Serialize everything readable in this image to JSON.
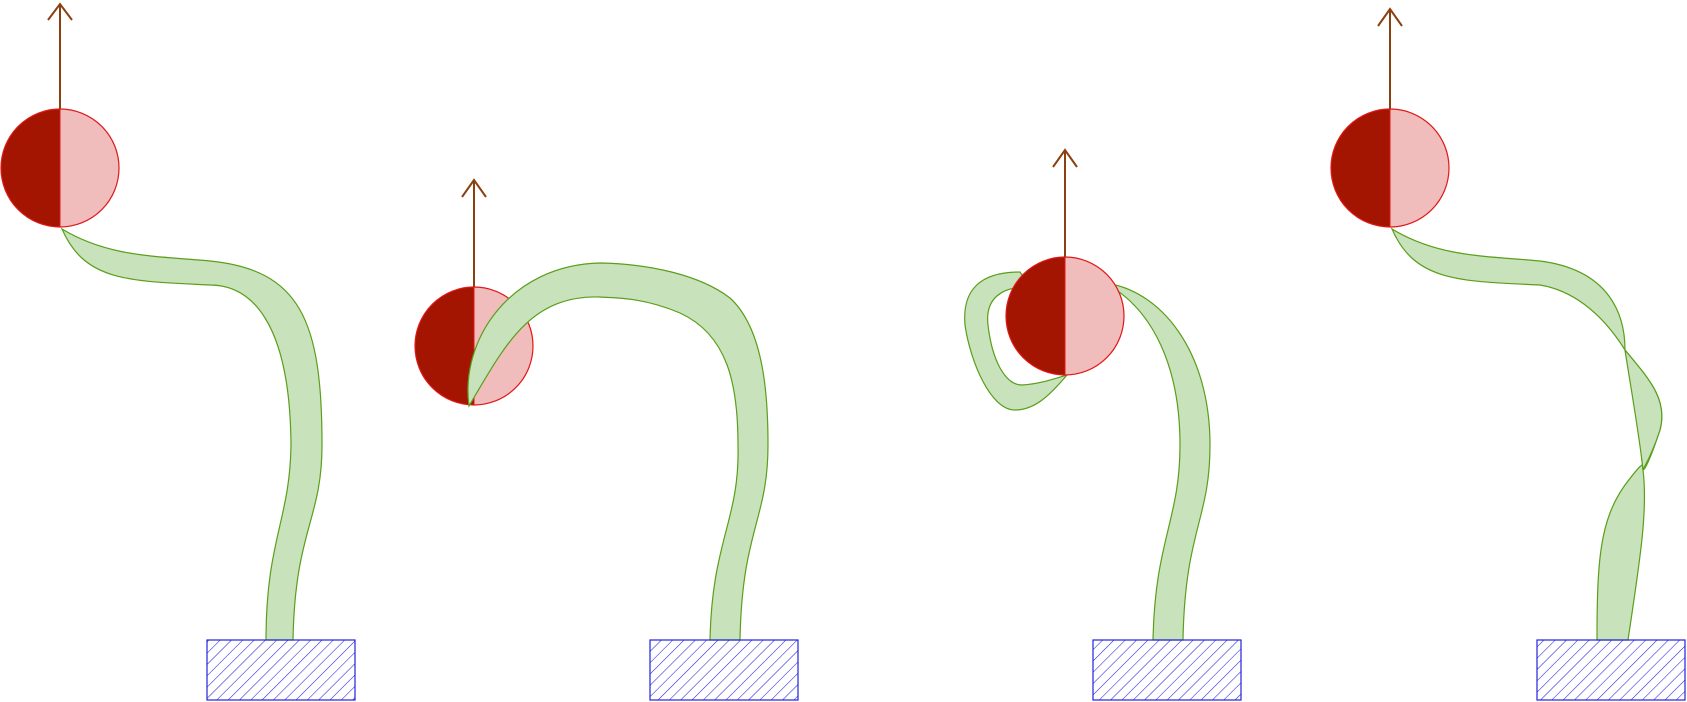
{
  "diagram": {
    "panels": [
      {
        "id": "panel-1",
        "stem": "smooth"
      },
      {
        "id": "panel-2",
        "stem": "arched"
      },
      {
        "id": "panel-3",
        "stem": "looped"
      },
      {
        "id": "panel-4",
        "stem": "twisted"
      }
    ]
  },
  "colors": {
    "background": "#ffffff",
    "stem_fill": "#c8e3bc",
    "stem_stroke": "#5a9e1a",
    "ball_dark": "#a31500",
    "ball_light": "#f0bcbc",
    "ball_stroke": "#e01818",
    "arrow": "#8b4010",
    "base_hatch": "#2222dd"
  },
  "icons": {
    "ball": "half-filled-circle",
    "arrow": "arrow-up",
    "base": "hatched-rectangle"
  }
}
